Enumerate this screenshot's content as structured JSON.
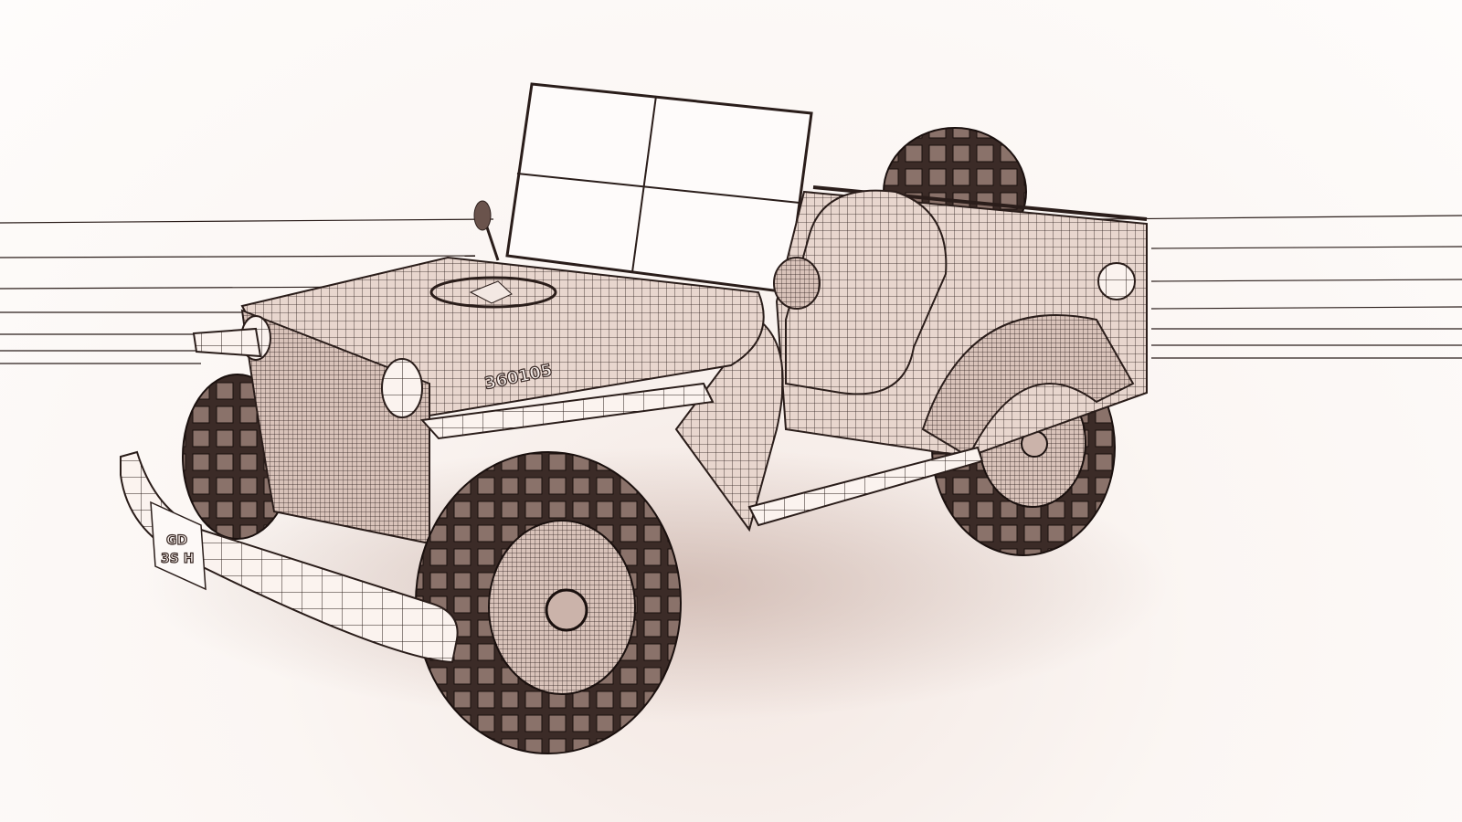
{
  "scene": {
    "subject": "wireframe-jeep",
    "license_plate": [
      "GD",
      "3S H"
    ],
    "hood_number": "360105",
    "colors": {
      "background": "#fbf6f3",
      "body": "#e6d3cb",
      "wire": "#2a1d1a",
      "tire": "#3b2b27"
    }
  }
}
